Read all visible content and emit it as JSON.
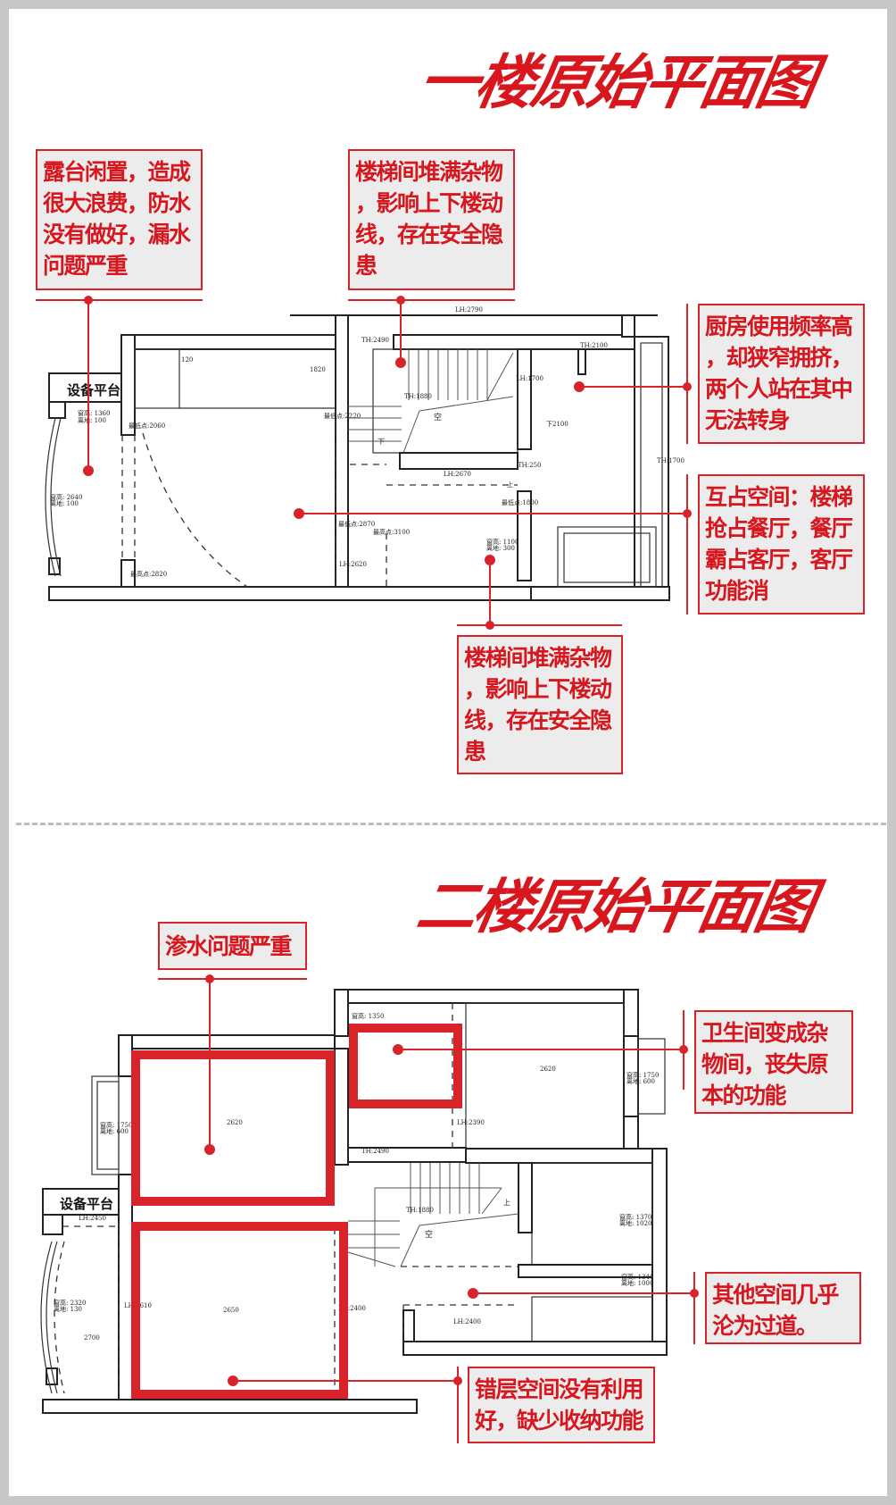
{
  "colors": {
    "accent": "#d7161d",
    "callout_bg": "#ececec",
    "frame": "#c8c8c8"
  },
  "floor1": {
    "title": "一楼原始平面图",
    "callouts": [
      {
        "lines": [
          "露台闲置，造成",
          "很大浪费，防水",
          "没有做好，漏水",
          "问题严重"
        ]
      },
      {
        "lines": [
          "楼梯间堆满杂物",
          "，影响上下楼动",
          "线，存在安全隐",
          "患"
        ]
      },
      {
        "lines": [
          "厨房使用频率高",
          "，却狭窄拥挤，",
          "两个人站在其中",
          "无法转身"
        ]
      },
      {
        "lines": [
          "互占空间：楼梯",
          "抢占餐厅，餐厅",
          "霸占客厅，客厅",
          "功能消"
        ]
      },
      {
        "lines": [
          "楼梯间堆满杂物",
          "，影响上下楼动",
          "线，存在安全隐",
          "患"
        ]
      }
    ],
    "plan_labels": {
      "platform": "设备平台",
      "l1": "LH:2790",
      "l2": "TH:2490",
      "l3": "120",
      "l4": "1820",
      "l5": "TH:2100",
      "l6": "窗高: 1360",
      "l7": "离地: 100",
      "l8": "最低点:2060",
      "l9": "最低点:2220",
      "l10": "TH:1880",
      "l11": "空",
      "l12": "下",
      "l13": "LH:1700",
      "l14": "下2100",
      "l15": "LH:2670",
      "l16": "TH:250",
      "l17": "上",
      "l18": "最低点:1800",
      "l19": "最低点:2870",
      "l20": "最高点:3100",
      "l21": "窗高: 1100",
      "l22": "离地: 300",
      "l23": "LH:2620",
      "l24": "最高点:2820",
      "l25": "窗高: 2640",
      "l26": "离地: 100",
      "l27": "TH:1700"
    }
  },
  "floor2": {
    "title": "二楼原始平面图",
    "callouts": [
      {
        "lines": [
          "渗水问题严重"
        ]
      },
      {
        "lines": [
          "卫生间变成杂",
          "物间，丧失原",
          "本的功能"
        ]
      },
      {
        "lines": [
          "其他空间几乎",
          "沦为过道。"
        ]
      },
      {
        "lines": [
          "错层空间没有利用",
          "好，缺少收纳功能"
        ]
      }
    ],
    "plan_labels": {
      "platform": "设备平台",
      "l1": "窗高: 1350",
      "l2": "2620",
      "l3": "窗高: 1750",
      "l4": "离地: 600",
      "l5": "2620",
      "l6": "窗高: 1750",
      "l7": "离地: 600",
      "l8": "LH:2390",
      "l9": "TH:2490",
      "l10": "TH:1880",
      "l11": "空",
      "l12": "上",
      "l13": "窗高: 1370",
      "l14": "离地: 1020",
      "l15": "窗高: 1340",
      "l16": "离地: 1000",
      "l17": "LH:2400",
      "l18": "LH:2450",
      "l19": "窗高: 2320",
      "l20": "离地: 130",
      "l21": "2700",
      "l22": "LH:2610",
      "l23": "2650",
      "l24": "LH:2400"
    }
  }
}
